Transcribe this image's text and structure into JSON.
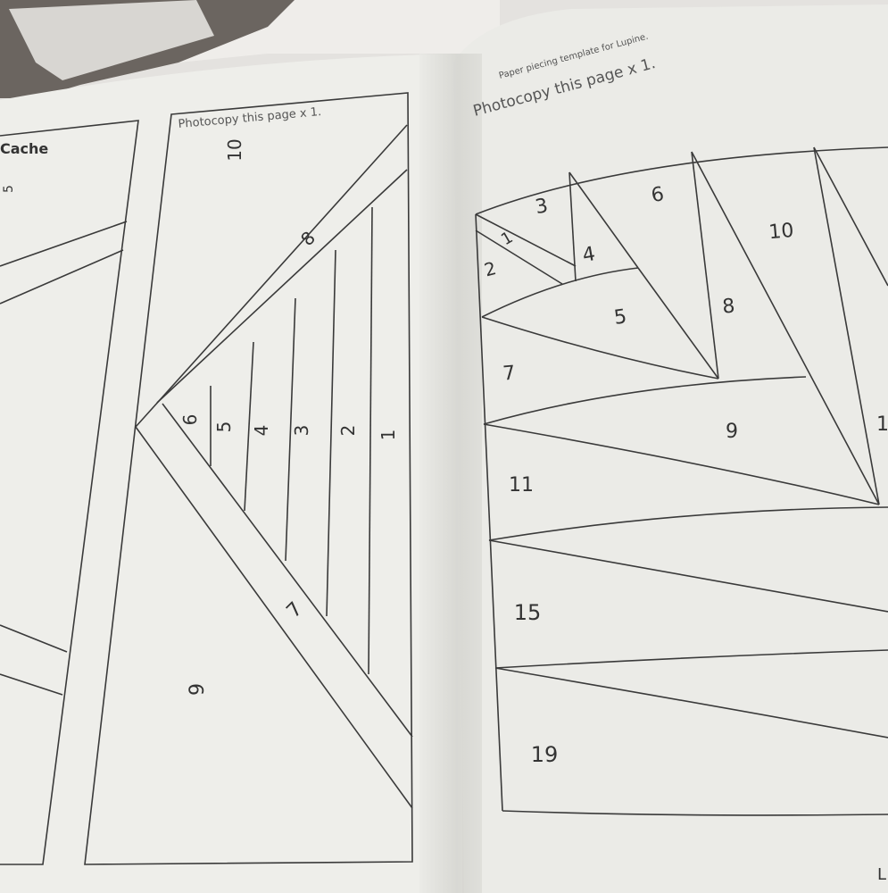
{
  "left_page": {
    "cut_heading": "Cache",
    "cut_number": "5",
    "caption": "Photocopy this page x 1.",
    "numbers": [
      "10",
      "8",
      "6",
      "5",
      "4",
      "3",
      "2",
      "1",
      "7",
      "9"
    ]
  },
  "right_page": {
    "subcaption": "Paper piecing template for Lupine.",
    "caption": "Photocopy this page x 1.",
    "numbers": [
      "3",
      "1",
      "2",
      "4",
      "6",
      "10",
      "5",
      "8",
      "7",
      "9",
      "11",
      "15",
      "19"
    ],
    "cut_number": "1",
    "corner_letter": "L"
  },
  "colors": {
    "paper_left": "#eeeeea",
    "paper_right": "#e9e9e5",
    "line": "#3a3a3a"
  }
}
